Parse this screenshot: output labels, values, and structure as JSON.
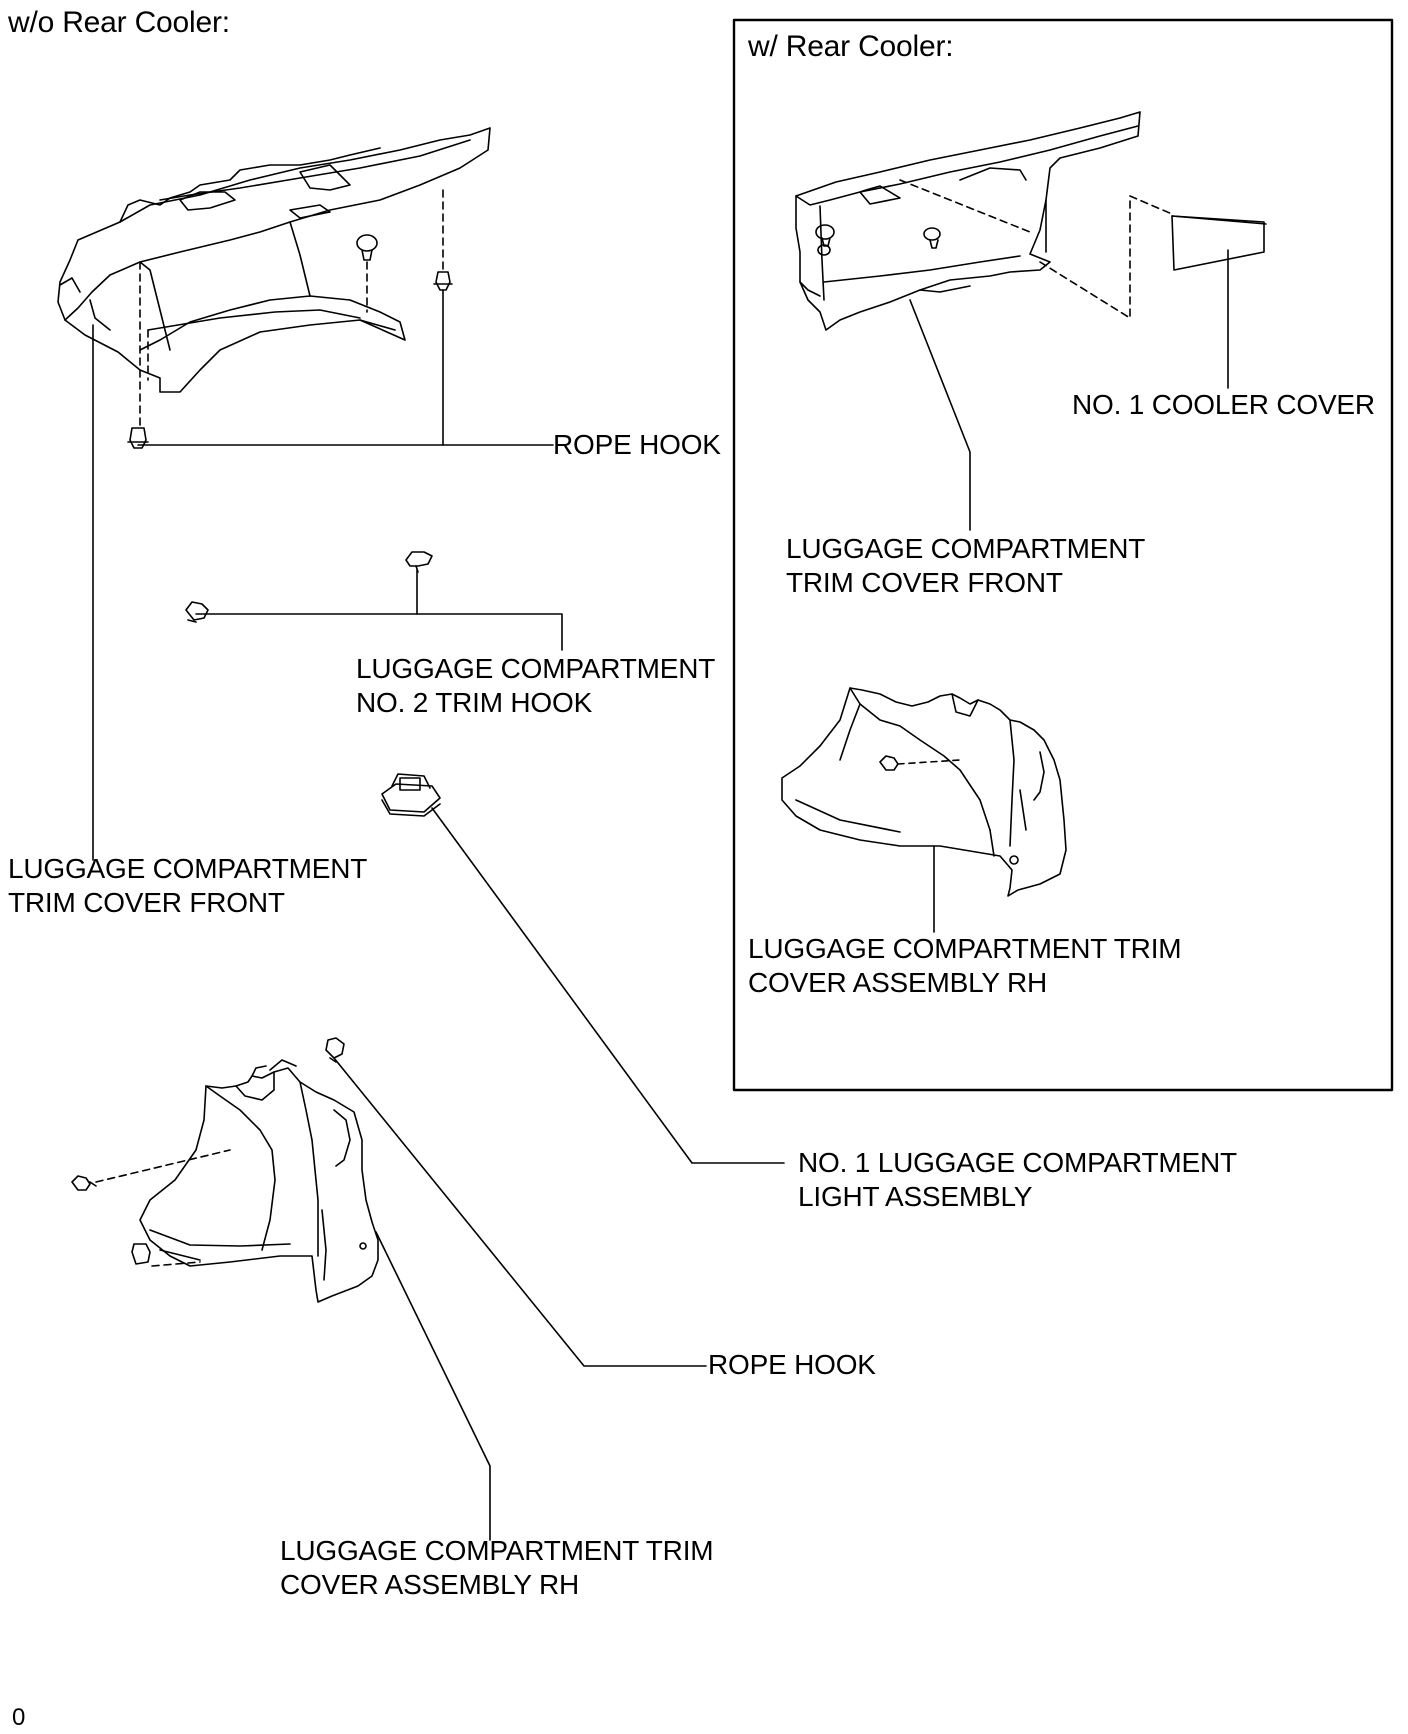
{
  "sections": {
    "without_cooler": {
      "heading": "w/o Rear Cooler:"
    },
    "with_cooler": {
      "heading": "w/ Rear Cooler:"
    }
  },
  "labels": {
    "rope_hook_top": "ROPE HOOK",
    "trim_hook_1": "LUGGAGE COMPARTMENT",
    "trim_hook_2": "NO. 2 TRIM HOOK",
    "trim_front_left_1": "LUGGAGE COMPARTMENT",
    "trim_front_left_2": "TRIM COVER FRONT",
    "cooler_cover": "NO. 1 COOLER COVER",
    "trim_front_right_1": "LUGGAGE COMPARTMENT",
    "trim_front_right_2": "TRIM COVER FRONT",
    "rh_right_1": "LUGGAGE COMPARTMENT TRIM",
    "rh_right_2": "COVER ASSEMBLY RH",
    "light_1": "NO. 1 LUGGAGE COMPARTMENT",
    "light_2": "LIGHT ASSEMBLY",
    "rope_hook_bottom": "ROPE HOOK",
    "rh_bottom_1": "LUGGAGE COMPARTMENT TRIM",
    "rh_bottom_2": "COVER ASSEMBLY RH"
  },
  "footer": {
    "code": "0"
  }
}
